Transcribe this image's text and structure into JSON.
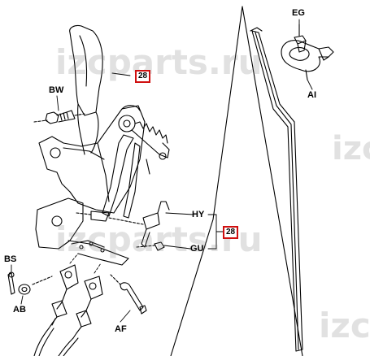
{
  "callouts": {
    "eg": "EG",
    "ai": "AI",
    "bw": "BW",
    "hy": "HY",
    "gu": "GU",
    "bs": "BS",
    "ab": "AB",
    "af": "AF"
  },
  "refs": {
    "upper": "28",
    "lower": "28"
  },
  "watermark": {
    "text_full": "izcparts.ru",
    "text_partial": "izc"
  },
  "colors": {
    "line": "#000000",
    "ref_border": "#d01010",
    "watermark": "#8c8c8c"
  }
}
